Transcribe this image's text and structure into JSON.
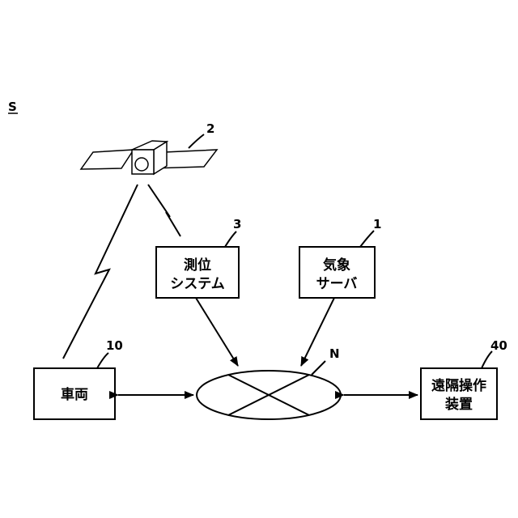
{
  "system_label": "S",
  "satellite": {
    "ref": "2"
  },
  "positioning_system": {
    "ref": "3",
    "line1": "測位",
    "line2": "システム"
  },
  "weather_server": {
    "ref": "1",
    "line1": "気象",
    "line2": "サーバ"
  },
  "vehicle": {
    "ref": "10",
    "label": "車両"
  },
  "network": {
    "ref": "N"
  },
  "remote_operation_device": {
    "ref": "40",
    "line1": "遠隔操作",
    "line2": "装置"
  }
}
